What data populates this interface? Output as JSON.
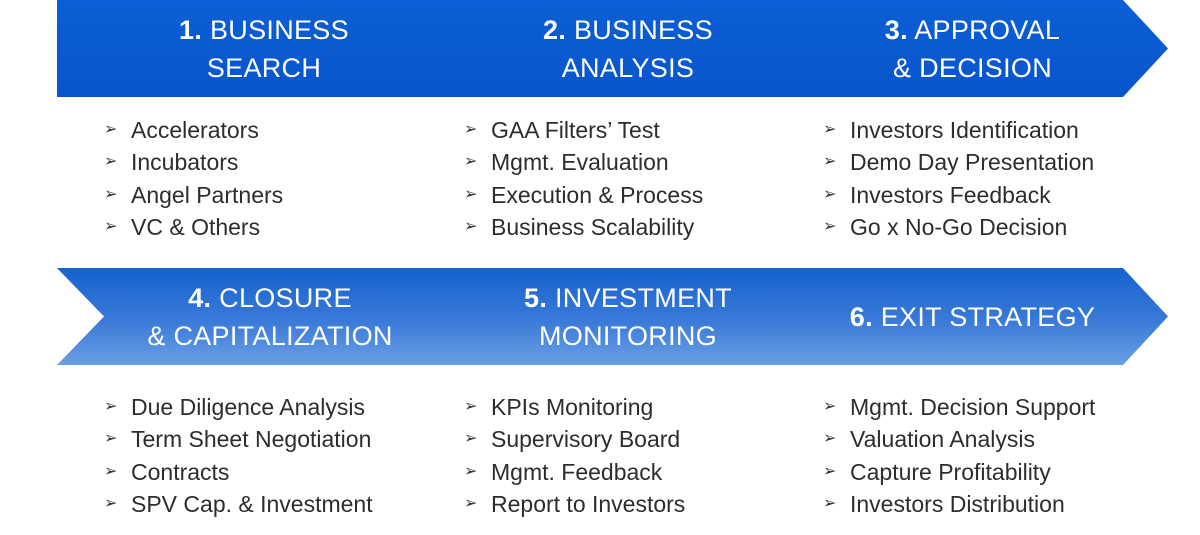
{
  "colors": {
    "top_row_fill": "#0a5ad2",
    "bottom_row_fill_light": "#4f8cdf",
    "bottom_row_fill_dark": "#1662cf",
    "text": "#2d2d2d"
  },
  "bullet_icon": "arrowhead-bullet",
  "stages": [
    {
      "number": "1.",
      "title_line1": "BUSINESS",
      "title_line2": "SEARCH",
      "items": [
        "Accelerators",
        "Incubators",
        "Angel Partners",
        "VC & Others"
      ]
    },
    {
      "number": "2.",
      "title_line1": "BUSINESS",
      "title_line2": "ANALYSIS",
      "items": [
        "GAA Filters’ Test",
        "Mgmt. Evaluation",
        "Execution & Process",
        "Business Scalability"
      ]
    },
    {
      "number": "3.",
      "title_line1": "APPROVAL",
      "title_line2": "& DECISION",
      "items": [
        "Investors Identification",
        "Demo Day Presentation",
        "Investors Feedback",
        "Go x No-Go Decision"
      ]
    },
    {
      "number": "4.",
      "title_line1": "CLOSURE",
      "title_line2": "& CAPITALIZATION",
      "items": [
        "Due Diligence Analysis",
        "Term Sheet Negotiation",
        "Contracts",
        "SPV Cap. & Investment"
      ]
    },
    {
      "number": "5.",
      "title_line1": "INVESTMENT",
      "title_line2": "MONITORING",
      "items": [
        "KPIs Monitoring",
        "Supervisory Board",
        "Mgmt. Feedback",
        "Report to Investors"
      ]
    },
    {
      "number": "6.",
      "title_line1": "EXIT STRATEGY",
      "title_line2": "",
      "items": [
        "Mgmt. Decision Support",
        "Valuation Analysis",
        "Capture Profitability",
        "Investors Distribution"
      ]
    }
  ]
}
